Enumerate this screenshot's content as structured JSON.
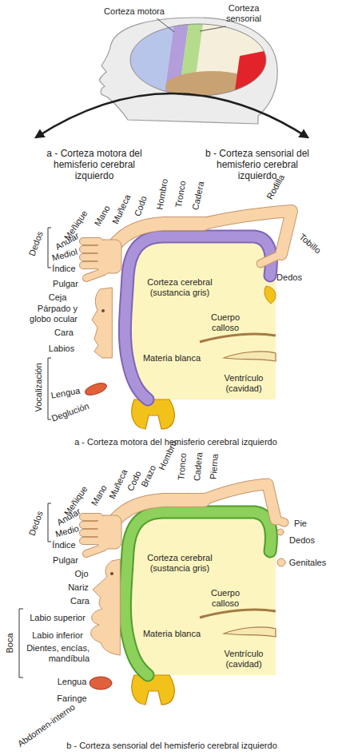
{
  "diagram": {
    "labels": [
      "Corteza motora",
      "Corteza sensorial",
      "a - Corteza motora del hemisferio cerebral izquierdo",
      "b - Corteza sensorial del hemisferio cerebral izquierdo",
      "Dedos",
      "Meñique",
      "Anular",
      "Mediol",
      "Índice",
      "Pulgar",
      "Mano",
      "Muñeca",
      "Codo",
      "Hombro",
      "Tronco",
      "Cadera",
      "Rodilla",
      "Tobillo",
      "Dedos",
      "Ceja",
      "Párpado y globo ocular",
      "Cara",
      "Labios",
      "Vocalización",
      "Lengua",
      "Deglución",
      "Corteza cerebral (sustancia gris)",
      "Cuerpo calloso",
      "Materia blanca",
      "Ventrículo (cavidad)",
      "a - Corteza motora del hemisferio cerebral izquierdo",
      "Dedos",
      "Meñique",
      "Anular",
      "Medio",
      "Índice",
      "Pulgar",
      "Mano",
      "Muñeca",
      "Codo",
      "Brazo",
      "Hombro",
      "Tronco",
      "Cadera",
      "Pierna",
      "Pie",
      "Dedos",
      "Genitales",
      "Ojo",
      "Nariz",
      "Cara",
      "Labio superior",
      "Labio inferior",
      "Dientes, encías, mandíbula",
      "Boca",
      "Lengua",
      "Faringe",
      "Abdomen-interno",
      "Corteza cerebral (sustancia gris)",
      "Cuerpo calloso",
      "Materia blanca",
      "Ventrículo (cavidad)",
      "b - Corteza sensorial del hemisferio cerebral izquierdo"
    ]
  }
}
